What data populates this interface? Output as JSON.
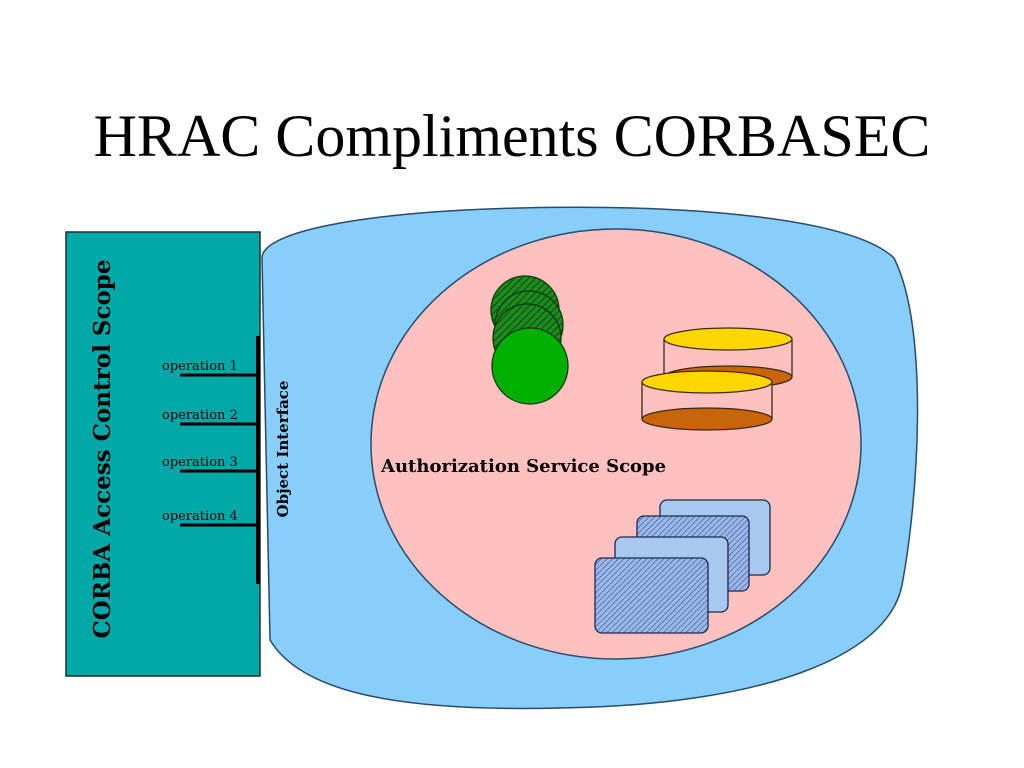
{
  "slide": {
    "title": "HRAC Compliments CORBASEC"
  },
  "diagram": {
    "corba_scope_label": "CORBA Access Control Scope",
    "object_interface_label": "Object Interface",
    "authorization_scope_label": "Authorization Service Scope",
    "operations": [
      "operation 1",
      "operation 2",
      "operation 3",
      "operation 4"
    ]
  },
  "colors": {
    "corba_panel": "#00A8A8",
    "object_blob": "#87CEFA",
    "authorization_ellipse": "#FFC0C0",
    "green_disks": "#00B000",
    "cylinder_top": "#FFD700",
    "cylinder_bottom": "#C8650A",
    "card": "#A8C8F0"
  }
}
